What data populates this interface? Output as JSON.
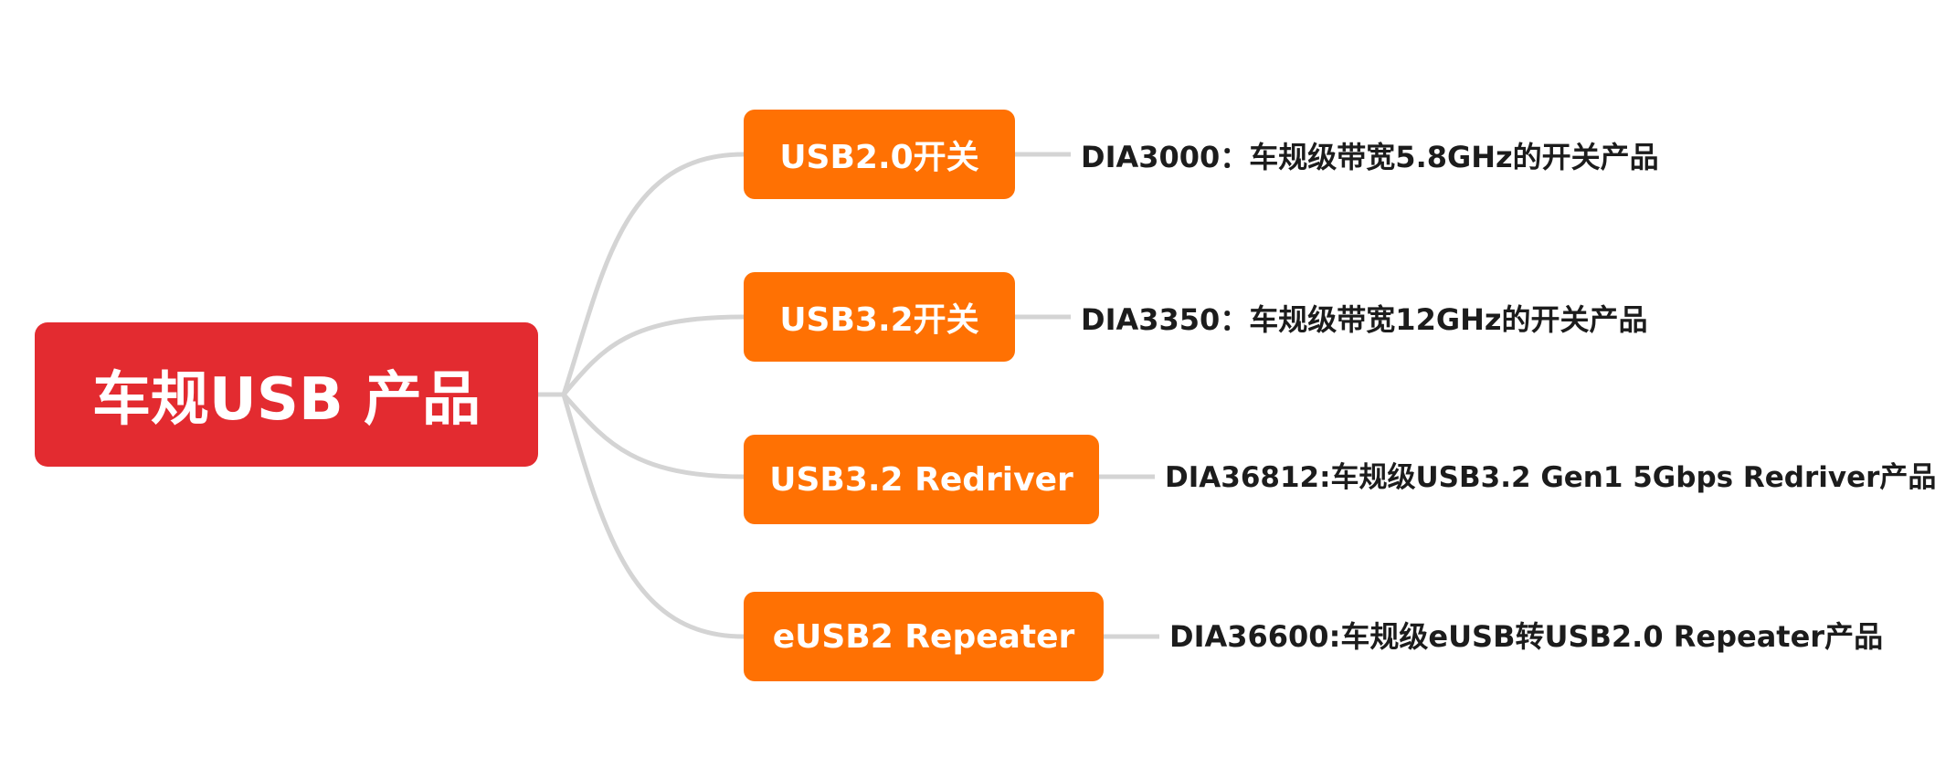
{
  "root": {
    "label": "车规USB 产品",
    "color": "#e32b30"
  },
  "branches": [
    {
      "label": "USB2.0开关",
      "detail": "DIA3000：车规级带宽5.8GHz的开关产品"
    },
    {
      "label": "USB3.2开关",
      "detail": "DIA3350：车规级带宽12GHz的开关产品"
    },
    {
      "label": "USB3.2 Redriver",
      "detail": "DIA36812:车规级USB3.2 Gen1 5Gbps Redriver产品"
    },
    {
      "label": "eUSB2 Repeater",
      "detail": "DIA36600:车规级eUSB转USB2.0 Repeater产品"
    }
  ],
  "colors": {
    "branch": "#ff7103",
    "connector": "#d4d4d4",
    "text": "#1c1c1c"
  }
}
